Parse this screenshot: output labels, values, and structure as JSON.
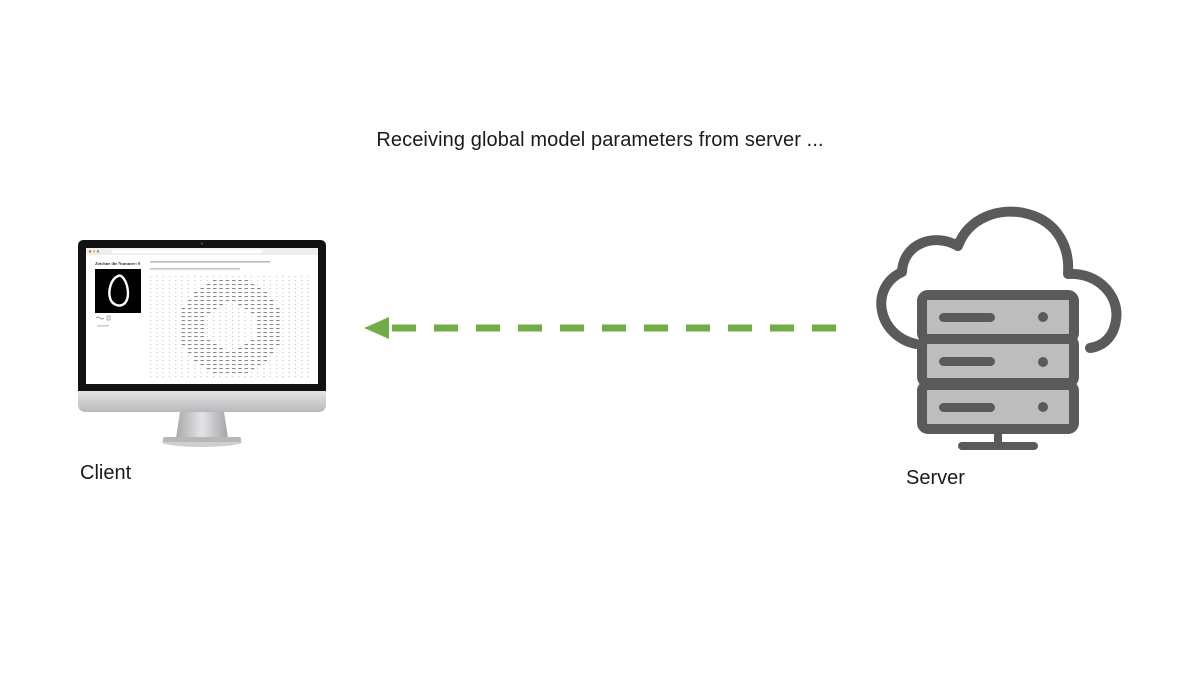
{
  "diagram": {
    "caption": "Receiving global model parameters from server ...",
    "client": {
      "label": "Client",
      "icon": "desktop-monitor-icon"
    },
    "server": {
      "label": "Server",
      "icon": "cloud-server-icon"
    },
    "flow": {
      "from": "server",
      "to": "client",
      "style": "dashed",
      "arrow_color": "#70ad47"
    },
    "screen": {
      "title": "Zeichne die Nummer: 0",
      "digit": "0"
    },
    "colors": {
      "icon_dark": "#5a5a5a",
      "icon_light": "#bdbdbd",
      "monitor_frame": "#111111",
      "monitor_chin": "#d4d4d6"
    }
  }
}
